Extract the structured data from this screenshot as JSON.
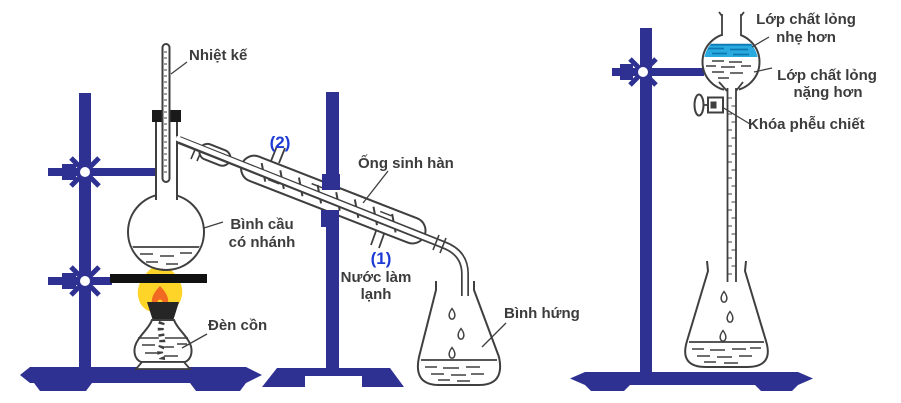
{
  "colors": {
    "stand_blue": "#2e3192",
    "outline": "#3f3f3f",
    "label_dark": "#3c3c3c",
    "label_blue": "#1d3bd4",
    "flame_yellow": "#ffd428",
    "flame_orange": "#f26a22",
    "liquid_blue": "#29abe2",
    "liquid_blue_dark": "#0e78b0",
    "stopper_black": "#1a1a1a"
  },
  "distillation": {
    "thermometer_label": "Nhiệt kế",
    "port2_label": "(2)",
    "condenser_label": "Ống sinh hàn",
    "flask_label_line1": "Bình cầu",
    "flask_label_line2": "có nhánh",
    "port1_label": "(1)",
    "cooling_water_line1": "Nước làm",
    "cooling_water_line2": "lạnh",
    "lamp_label": "Đèn cồn",
    "receiver_label": "Bình hứng"
  },
  "extraction": {
    "light_layer_line1": "Lớp chất lỏng",
    "light_layer_line2": "nhẹ hơn",
    "heavy_layer_line1": "Lớp chất lỏng",
    "heavy_layer_line2": "nặng hơn",
    "stopcock_label": "Khóa phễu chiết"
  }
}
